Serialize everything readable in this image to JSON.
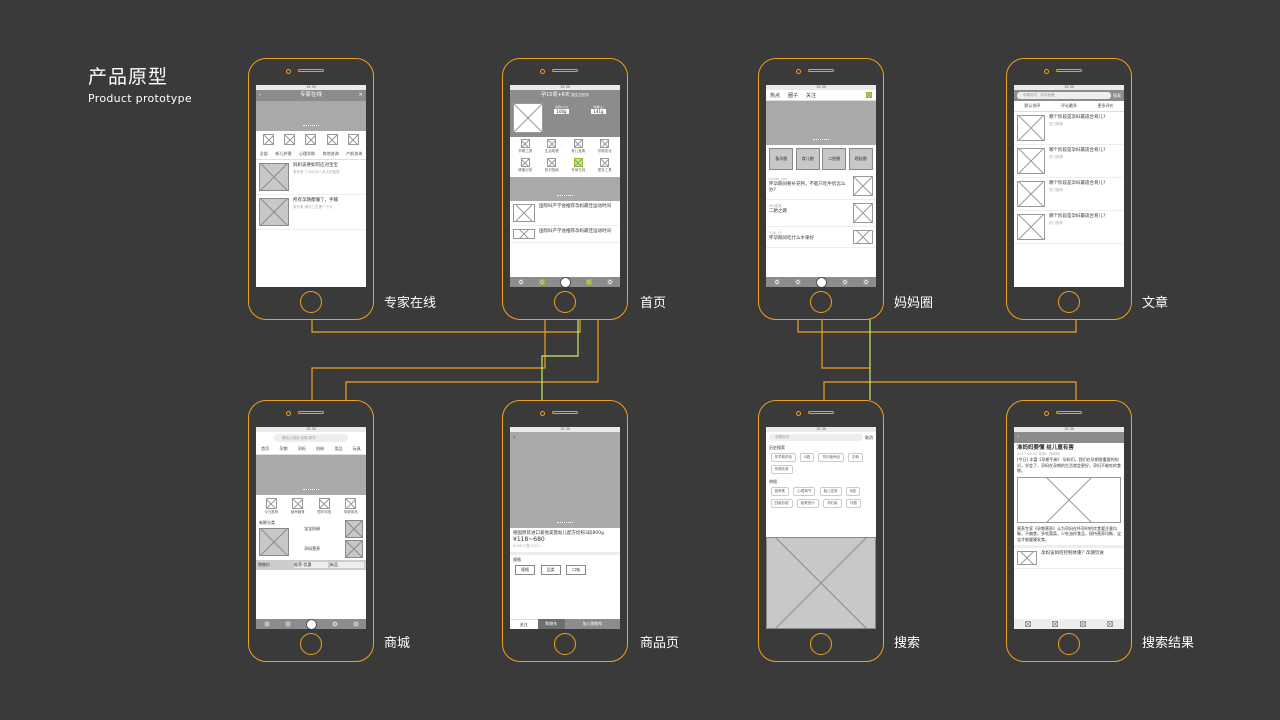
{
  "page": {
    "title": "产品原型",
    "subtitle": "Product prototype"
  },
  "colors": {
    "background": "#3a3a3a",
    "outline": "#f0a21c",
    "connector": "#c4f067",
    "text": "#ffffff"
  },
  "screens": {
    "expert": {
      "label": "专家在线",
      "nav_title": "专家在线",
      "tabs": [
        "全部",
        "新儿护理",
        "心理学助",
        "其他咨询",
        "产前咨询"
      ],
      "items": [
        {
          "title": "妈妈该要如何应对宝宝",
          "meta": "某专家  广州五月八月大学医院"
        },
        {
          "title": "所有孕期都懂了，手输",
          "meta": "某专家  哪次三生第一个月"
        }
      ]
    },
    "home": {
      "label": "首页",
      "header": "孕15周+6天",
      "header_sub": "距生日还有",
      "stat1_label": "身高(cm)",
      "stat1_value": "100g",
      "stat2_label": "体重(g)",
      "stat2_value": "141g",
      "icons_row1": [
        "孕期工具",
        "生活助理",
        "育儿宝典",
        "孕期变化"
      ],
      "icons_row2": [
        "健康记录",
        "知识指南",
        "专家在线",
        "更多工具"
      ],
      "news": [
        "国际妇产学会推荐孕妈最佳运动时间",
        "国际妇产学会推荐孕妈最佳运动时间"
      ]
    },
    "circle": {
      "label": "妈妈圈",
      "tabs": [
        "热点",
        "圈子",
        "关注"
      ],
      "groups": [
        "备孕圈",
        "育儿圈",
        "二胎圈",
        "晒娃圈"
      ],
      "posts": [
        {
          "author": "Sarah_you",
          "title": "怀孕期间要补充钙，不能只吃牛奶怎么办？"
        },
        {
          "author": "MD莫某",
          "title": "二胎之路"
        },
        {
          "author": "YUK_FL",
          "title": "怀孕期间吃什么水果好"
        }
      ]
    },
    "article": {
      "label": "文章",
      "search_placeholder": "孕期知识、妈妈秘籍",
      "search_btn": "搜索",
      "tabs": [
        "默认排序",
        "评论最多",
        "更多评价"
      ],
      "items": [
        {
          "title": "哪个阶段是孕妇最适合育儿?",
          "meta": "热门推荐"
        },
        {
          "title": "哪个阶段是孕妇最适合育儿?",
          "meta": "热门推荐"
        },
        {
          "title": "哪个阶段是孕妇最适合育儿?",
          "meta": "热门推荐"
        },
        {
          "title": "哪个阶段是孕妇最适合育儿?",
          "meta": "热门推荐"
        }
      ]
    },
    "mall": {
      "label": "商城",
      "search_placeholder": "婴幼儿用品  奶粉/尿布",
      "tabs": [
        "首页",
        "孕期",
        "孕妈",
        "奶粉",
        "用品",
        "玩具"
      ],
      "icons": [
        "今日推荐",
        "营养膳食",
        "限时特惠",
        "母婴用品"
      ],
      "goods": [
        "新鲜分类",
        "宝宝奶粉",
        "孕妈营养"
      ],
      "filters": [
        "销售价",
        "推荐-优惠",
        "新品"
      ]
    },
    "product": {
      "label": "商品页",
      "name": "德国原装进口爱他美婴幼儿配方奶粉3段800g",
      "price": "¥118~680",
      "old_price": "¥158  已售10万+",
      "spec_title": "规格",
      "specs": [
        "规格",
        "品类",
        "口味"
      ],
      "bottom": [
        "关注",
        "购物车",
        "加入购物车"
      ]
    },
    "search": {
      "label": "搜索",
      "placeholder": "孕期知识",
      "cancel": "取消",
      "history_title": "历史搜索",
      "history": [
        "孕早期孕检",
        "B超",
        "孕妇营养品",
        "奶粉",
        "孕期饮食"
      ],
      "hot_title": "热搜",
      "hot": [
        "营养素",
        "心理调节",
        "胎儿发育",
        "B超",
        "四维彩超",
        "胎教音乐",
        "孕妇装",
        "叶酸"
      ]
    },
    "results": {
      "label": "搜索结果",
      "article_title": "准妈妈要懂 给儿童有害",
      "date": "2017-06-19   来源：妈妈网",
      "body1": "[今日] 丰富《孕期手册》 孕妈们，我们在孕期很重要的知识，学会了，孕妈在孕期的生活就会更好，孕妇不能吃的食物。",
      "body2": "营养专家《孕期营养》认为孕妈在怀孕时的饮食要注意均衡，不偏食，多吃蔬菜，少吃油炸食品，保持营养均衡，宝宝才能健康发育。",
      "related": "孕妈该如何控制体重？孕期饮食"
    }
  }
}
